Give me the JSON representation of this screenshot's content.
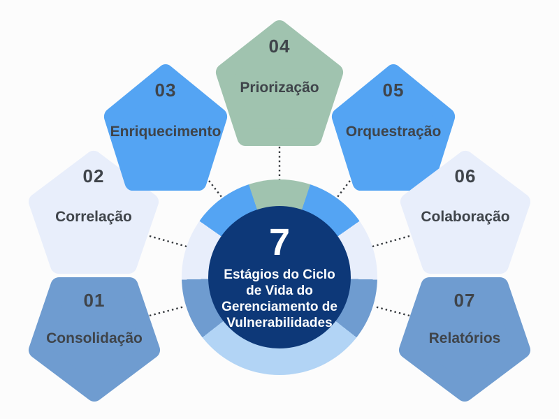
{
  "page": {
    "background_color": "#fcfcfc",
    "stage_text_color": "#3f444a",
    "connector_color": "#35393d"
  },
  "center": {
    "number": "7",
    "title": "Estágios do Ciclo\nde Vida do\nGerenciamento de\nVulnerabilidades",
    "bg_color": "#0d3878",
    "text_color": "#ffffff"
  },
  "stages": [
    {
      "number": "01",
      "label": "Consolidação",
      "color": "#6f9cd0"
    },
    {
      "number": "02",
      "label": "Correlação",
      "color": "#e8eefb"
    },
    {
      "number": "03",
      "label": "Enriquecimento",
      "color": "#54a4f3"
    },
    {
      "number": "04",
      "label": "Priorização",
      "color": "#a0c3af"
    },
    {
      "number": "05",
      "label": "Orquestração",
      "color": "#54a4f3"
    },
    {
      "number": "06",
      "label": "Colaboração",
      "color": "#e8eefb"
    },
    {
      "number": "07",
      "label": "Relatórios",
      "color": "#6f9cd0"
    }
  ],
  "ring": {
    "filler_color": "#b2d4f5"
  }
}
